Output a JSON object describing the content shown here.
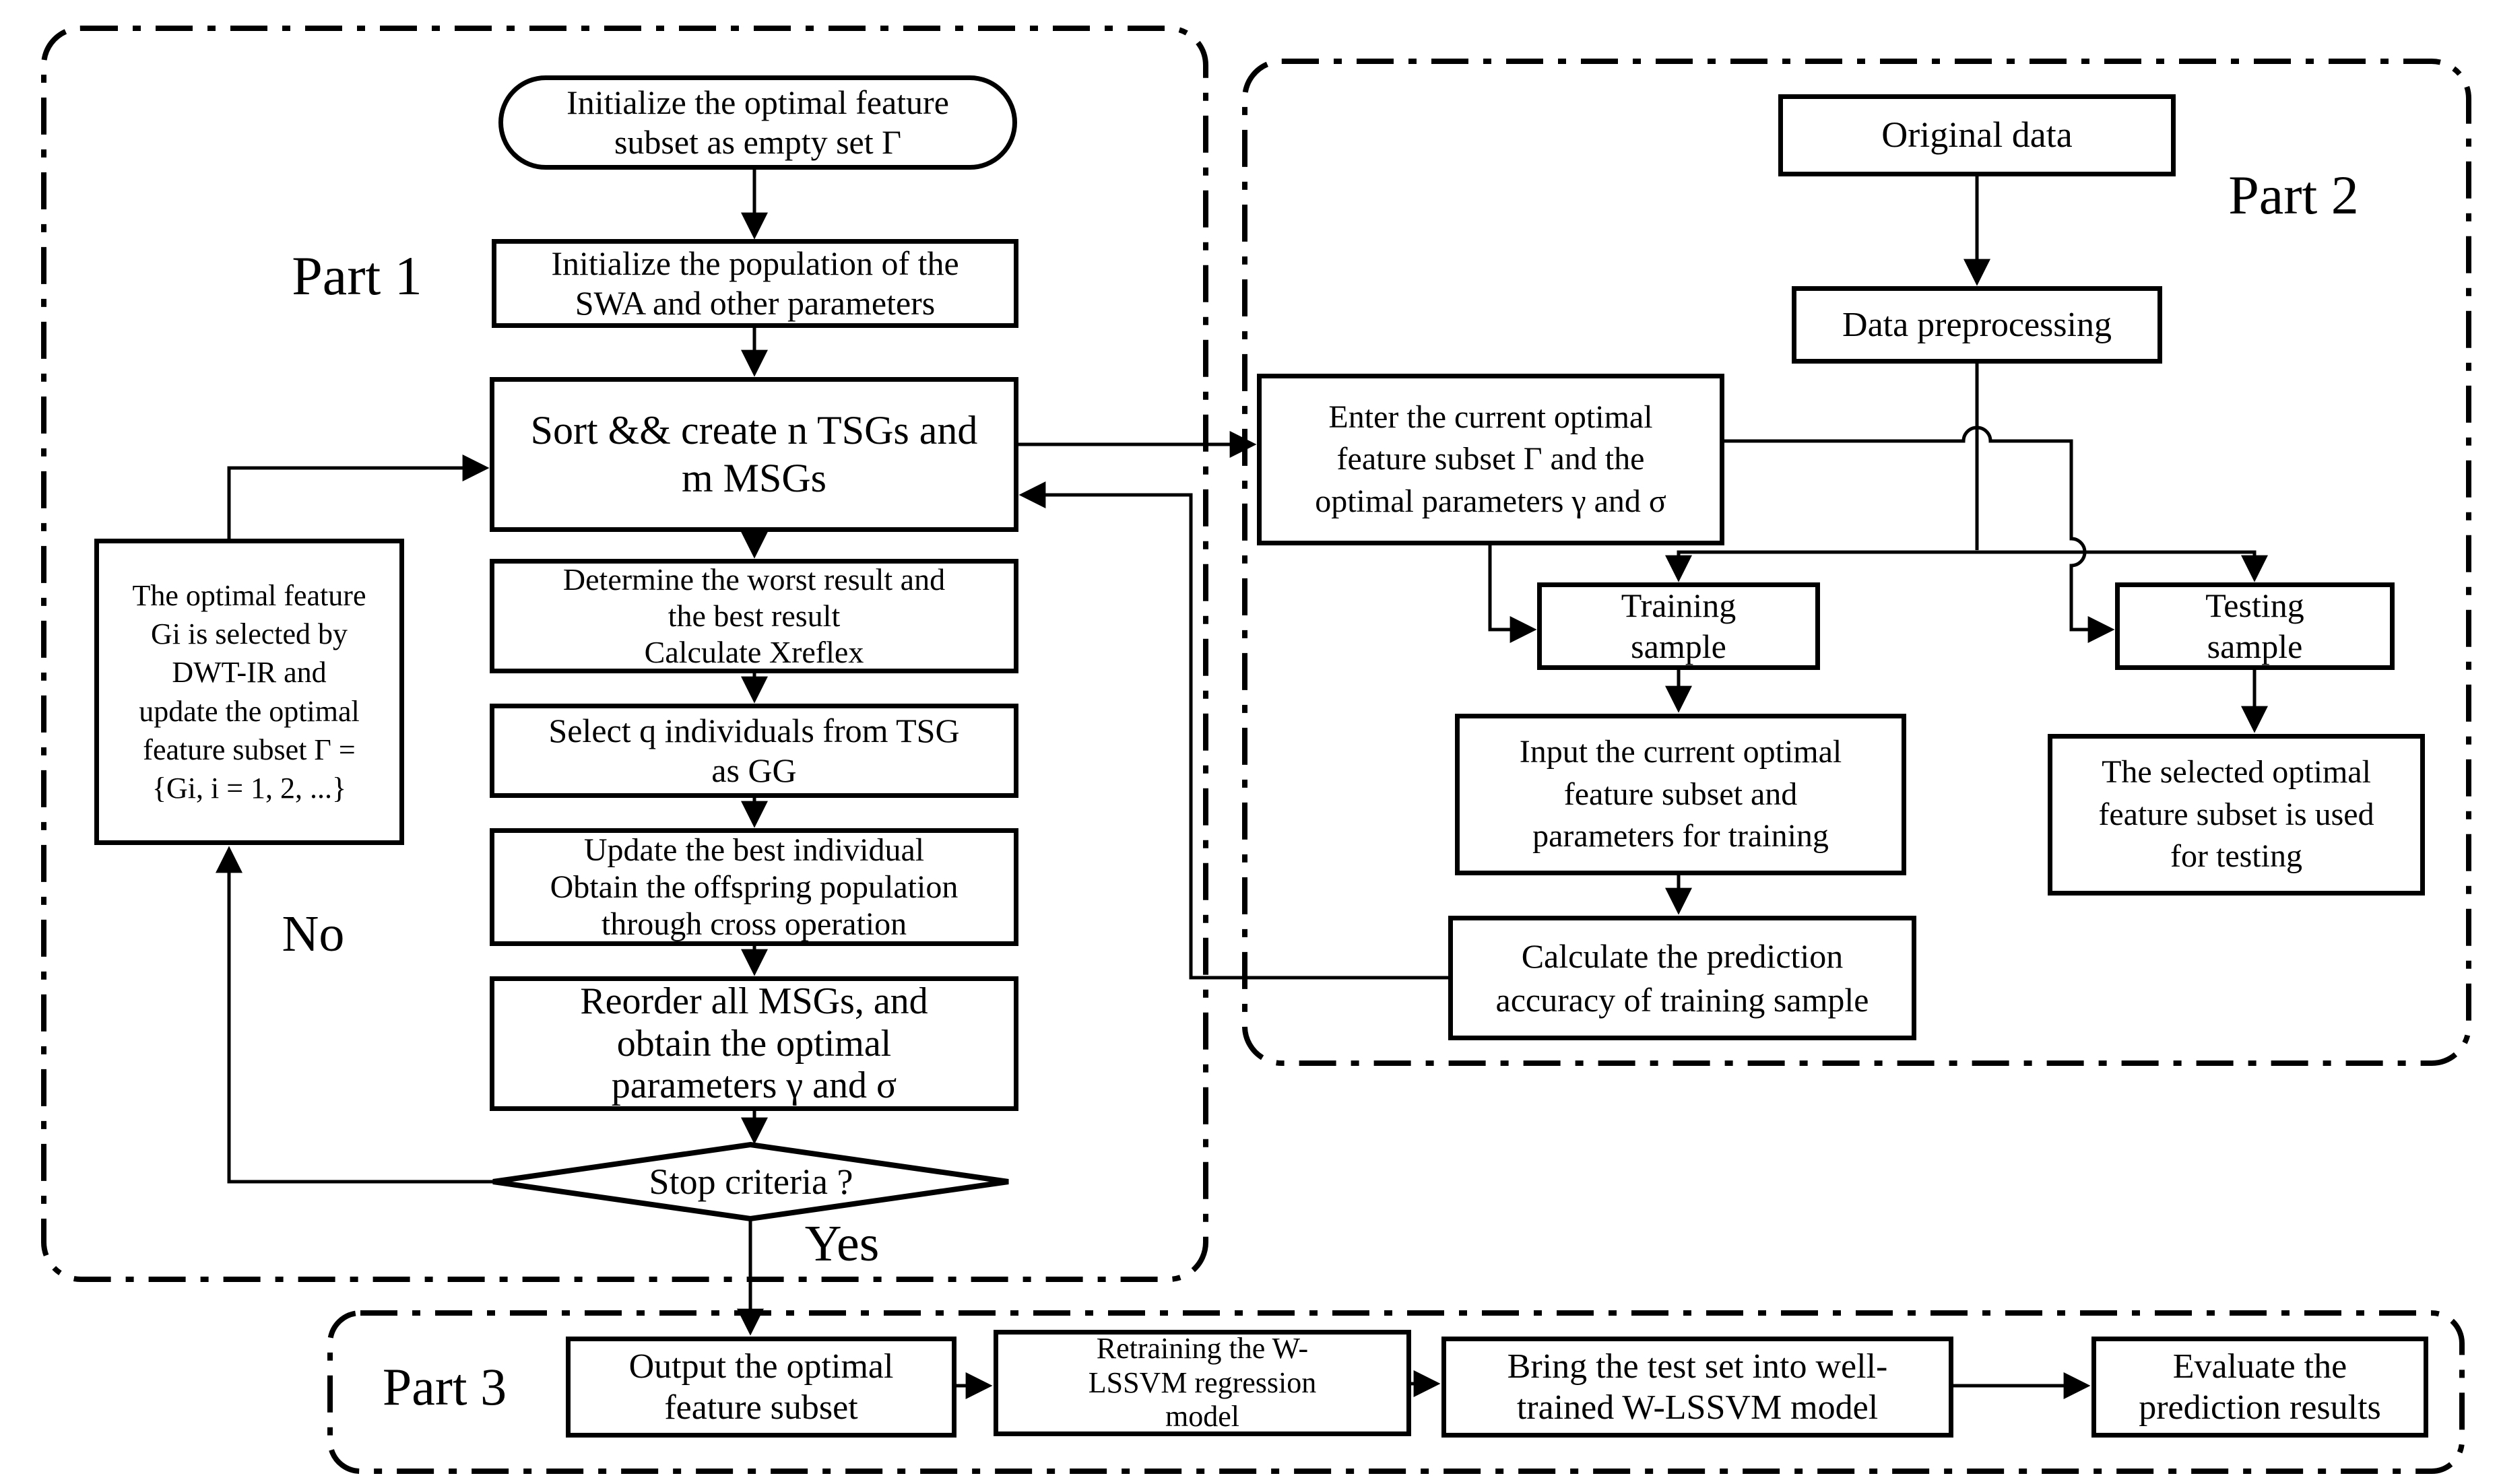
{
  "colors": {
    "ink": "#000000",
    "paper": "#ffffff"
  },
  "diagram": {
    "part1": {
      "label": "Part 1",
      "nodes": {
        "init_subset": "Initialize the optimal feature\nsubset as empty set Γ",
        "init_population": "Initialize the population of the\nSWA and other parameters",
        "sort_create": "Sort && create n TSGs and\nm MSGs",
        "determine_results": "Determine the worst result and\nthe best result\nCalculate Xreflex",
        "select_individuals": "Select q individuals from TSG\nas GG",
        "update_best": "Update the best individual\nObtain the offspring population\nthrough cross operation",
        "reorder_msgs": "Reorder all MSGs, and\nobtain the optimal\nparameters  γ and σ",
        "stop_criteria": "Stop criteria ?",
        "dwt_ir": "The optimal feature\nGi is selected by\nDWT-IR and\nupdate the optimal\nfeature subset Γ =\n{Gi, i = 1, 2, ...}",
        "yes_label": "Yes",
        "no_label": "No"
      }
    },
    "part2": {
      "label": "Part 2",
      "nodes": {
        "original_data": "Original data",
        "preprocessing": "Data preprocessing",
        "enter_subset": "Enter the current optimal\nfeature subset Γ and the\noptimal parameters γ and σ",
        "training_sample": "Training\nsample",
        "testing_sample": "Testing\nsample",
        "input_training": "Input the current optimal\nfeature subset and\nparameters for training",
        "calc_accuracy": "Calculate the prediction\naccuracy of training sample",
        "selected_testing": "The selected optimal\nfeature subset is used\nfor testing"
      }
    },
    "part3": {
      "label": "Part 3",
      "nodes": {
        "output_subset": "Output the optimal\nfeature subset",
        "retrain_model": "Retraining the W-\nLSSVM regression\nmodel",
        "bring_test": "Bring the test set into well-\ntrained W-LSSVM model",
        "evaluate": "Evaluate the\nprediction results"
      }
    }
  }
}
